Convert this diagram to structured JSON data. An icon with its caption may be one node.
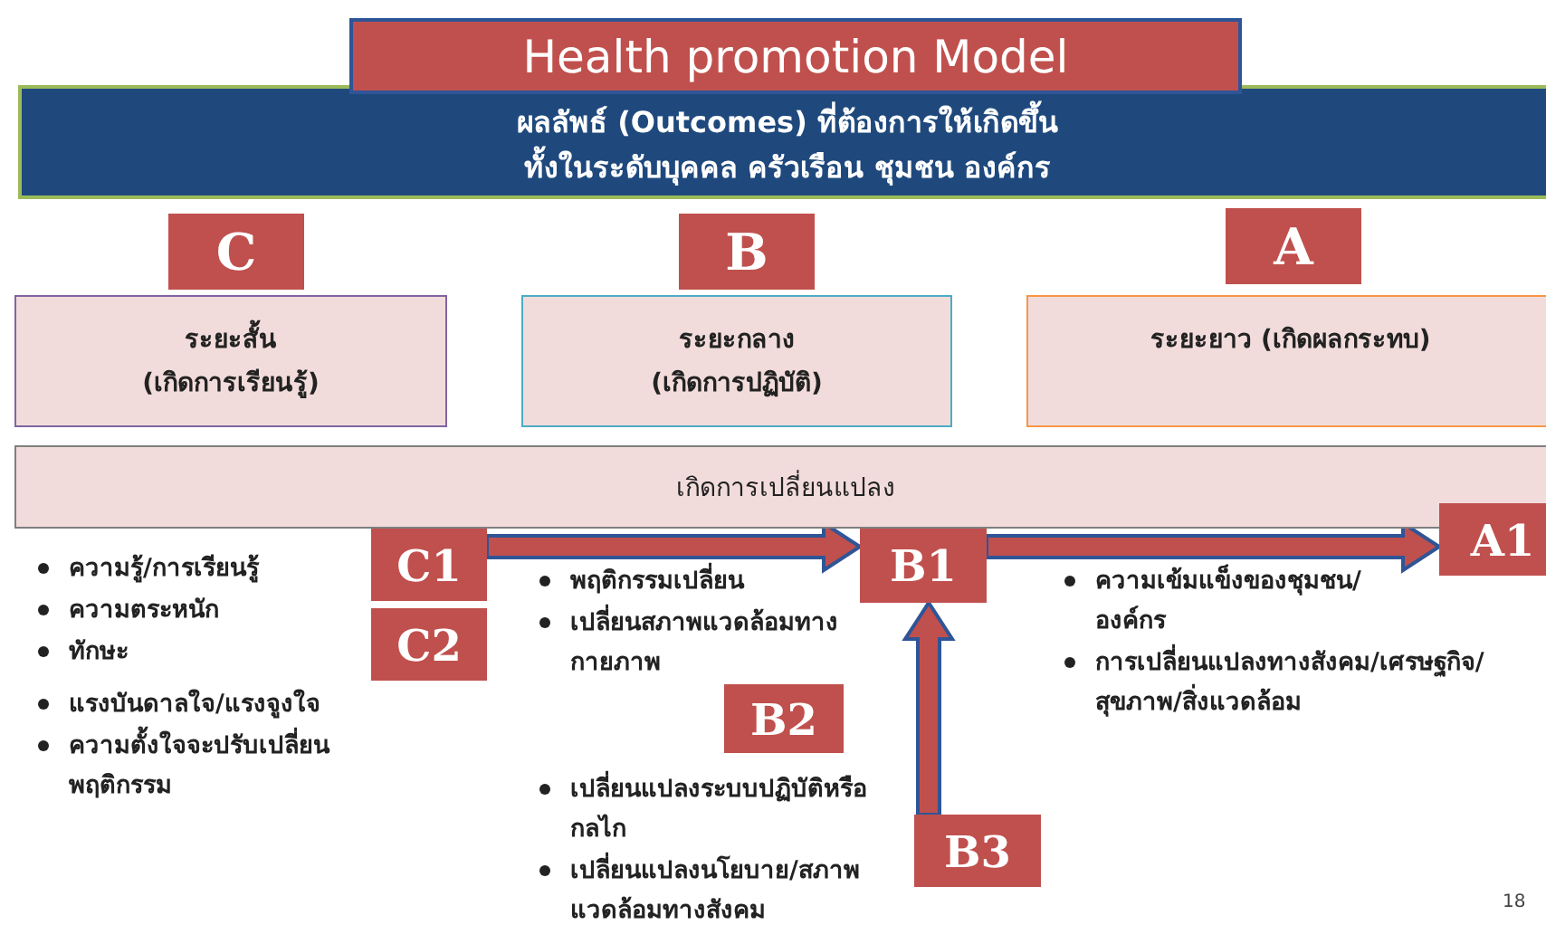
{
  "diagram": {
    "title": "Health promotion Model",
    "nodes": [
      {
        "text": [
          "ผลลัพธ์ (Outcomes) ที่ต้องการให้เกิดขึ้น ทั้งในระดับบุคคล ครัวเรือน ชุมชน องค์กร"
        ]
      },
      {
        "text": [
          "C"
        ]
      },
      {
        "text": [
          "B"
        ]
      },
      {
        "text": [
          "A"
        ]
      },
      {
        "text": [
          "ระยะสั้น (เกิดการเรียนรู้)"
        ]
      },
      {
        "text": [
          "ระยะกลาง (เกิดการปฏิบัติ)"
        ]
      },
      {
        "text": [
          "ระยะยาว (เกิดผลกระทบ)"
        ]
      },
      {
        "text": [
          "เกิดการเปลี่ยนแปลง"
        ]
      },
      {
        "text": [
          "C1"
        ]
      },
      {
        "text": [
          "C2"
        ]
      },
      {
        "text": [
          "B1"
        ]
      },
      {
        "text": [
          "B2"
        ]
      },
      {
        "text": [
          "B3"
        ]
      },
      {
        "text": [
          "A1"
        ]
      }
    ],
    "edges": [
      {
        "from": 8,
        "to": 10,
        "arrow": "to"
      },
      {
        "from": 10,
        "to": 13,
        "arrow": "to"
      },
      {
        "from": 12,
        "to": 10,
        "arrow": "to"
      }
    ],
    "labels": [
      "ความรู้/การเรียนรู้",
      "ความตระหนัก",
      "ทักษะ",
      "แรงบันดาลใจ/แรงจูงใจ",
      "ความตั้งใจจะปรับเปลี่ยนพฤติกรรม",
      "พฤติกรรมเปลี่ยน",
      "เปลี่ยนสภาพแวดล้อมทางกายภาพ",
      "เปลี่ยนแปลงระบบปฏิบัติหรือกลไก",
      "เปลี่ยนแปลงนโยบาย/สภาพแวดล้อมทางสังคม",
      "ความเข้มแข็งของชุมชน/องค์กร",
      "การเปลี่ยนแปลงทางสังคม/เศรษฐกิจ/สุขภาพ/สิ่งแวดล้อม",
      "18"
    ]
  }
}
